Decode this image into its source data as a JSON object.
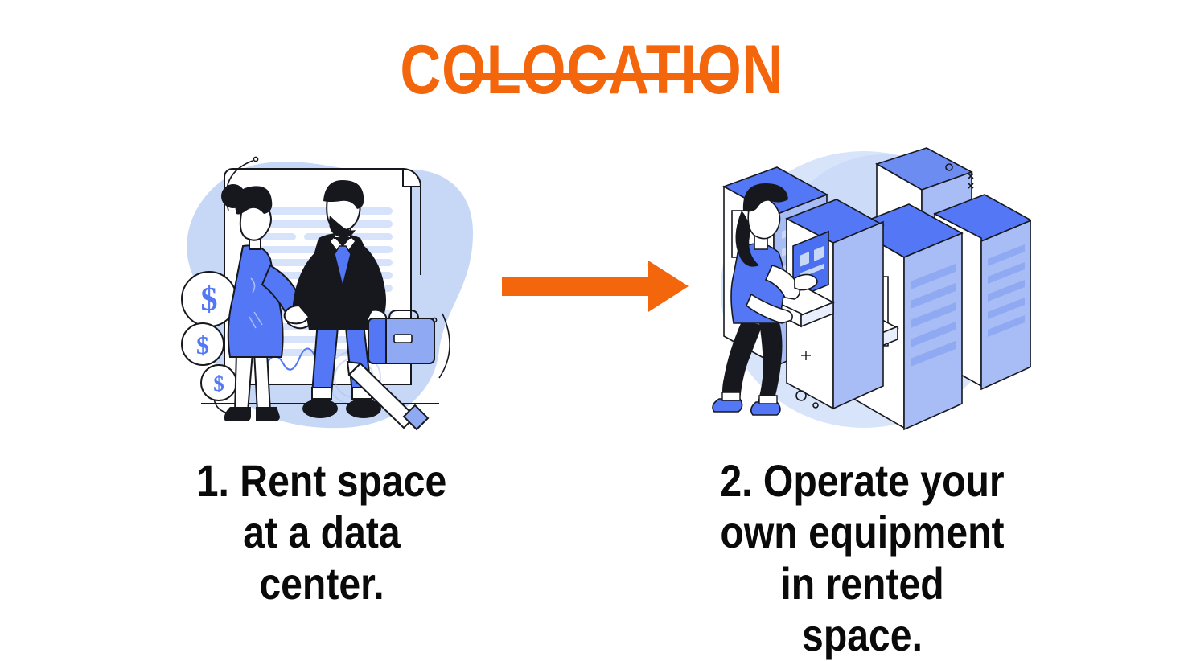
{
  "title": {
    "text": "COLOCATION",
    "color": "#F4660C",
    "underline": true
  },
  "arrow": {
    "name": "right-arrow",
    "direction": "right",
    "color": "#F4660C"
  },
  "steps": [
    {
      "number": "1.",
      "caption": "1. Rent space\nat a data\ncenter.",
      "illustration": {
        "name": "handshake-contract-illustration",
        "description": "Two business people shaking hands in front of a large contract document, with dollar coins, a briefcase and a pen",
        "elements": [
          "contract-document",
          "woman-in-blue-dress",
          "man-in-black-suit",
          "handshake",
          "dollar-coin",
          "dollar-coin",
          "dollar-coin",
          "briefcase",
          "pen",
          "blue-blob-background"
        ]
      }
    },
    {
      "number": "2.",
      "caption": "2. Operate your\nown equipment\nin rented space.",
      "illustration": {
        "name": "data-center-racks-illustration",
        "description": "A technician working at isometric server racks inside a data center",
        "elements": [
          "server-rack",
          "server-rack",
          "server-rack",
          "server-rack",
          "server-rack",
          "technician-woman",
          "pull-out-keyboard-tray",
          "blue-blob-background"
        ]
      }
    }
  ],
  "palette": {
    "orange": "#F4660C",
    "blue": "#5377F5",
    "blue_mid": "#8FA9F2",
    "blue_light": "#A8BDF5",
    "blue_pale": "#C7D8F7",
    "blue_faint": "#DCE6FB",
    "ink": "#16181D",
    "white": "#FFFFFF"
  }
}
